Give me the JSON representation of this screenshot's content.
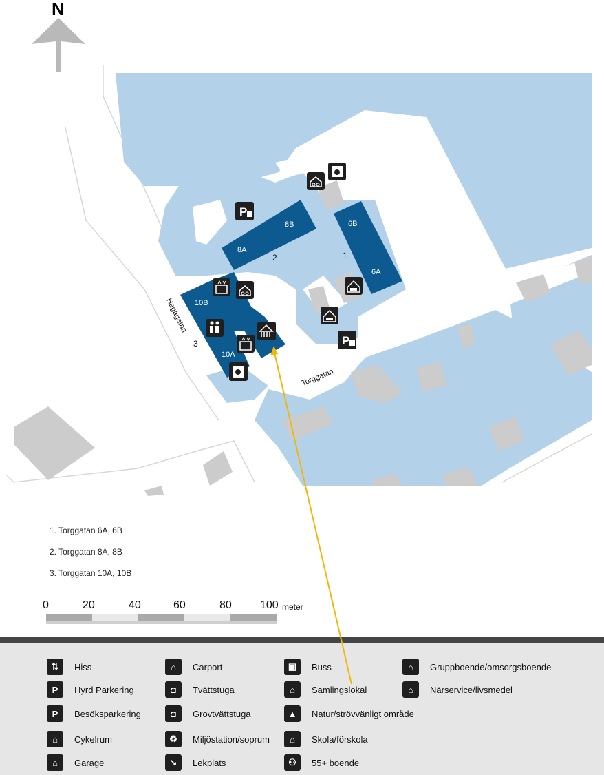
{
  "compass": {
    "label": "N"
  },
  "map": {
    "buildings": {
      "b8A": "8A",
      "b8B": "8B",
      "b6B": "6B",
      "b6A": "6A",
      "b10B": "10B",
      "b10A": "10A"
    },
    "numbers": {
      "n1": "1",
      "n2": "2",
      "n3": "3"
    },
    "streets": {
      "hagagatan": "Hagagatan",
      "torggatan": "Torggatan"
    },
    "colors": {
      "water": "#b3d1e9",
      "building": "#0c5a8f",
      "grey": "#cccccc",
      "arrow": "#f2b705"
    }
  },
  "numbered_list": [
    "1. Torggatan 6A, 6B",
    "2. Torggatan 8A, 8B",
    "3. Torggatan 10A, 10B"
  ],
  "scale": {
    "ticks": [
      "0",
      "20",
      "40",
      "60",
      "80",
      "100"
    ],
    "unit": "meter"
  },
  "legend": {
    "col1": [
      {
        "label": "Hiss",
        "icon": "elevator-icon"
      },
      {
        "label": "Hyrd Parkering",
        "icon": "rented-parking-icon"
      },
      {
        "label": "Besöksparkering",
        "icon": "visitor-parking-icon"
      },
      {
        "label": "Cykelrum",
        "icon": "bicycle-room-icon"
      },
      {
        "label": "Garage",
        "icon": "garage-icon"
      }
    ],
    "col2": [
      {
        "label": "Carport",
        "icon": "carport-icon"
      },
      {
        "label": "Tvättstuga",
        "icon": "laundry-icon"
      },
      {
        "label": "Grovtvättstuga",
        "icon": "heavy-laundry-icon"
      },
      {
        "label": "Miljöstation/soprum",
        "icon": "recycling-icon"
      },
      {
        "label": "Lekplats",
        "icon": "playground-icon"
      }
    ],
    "col3": [
      {
        "label": "Buss",
        "icon": "bus-icon"
      },
      {
        "label": "Samlingslokal",
        "icon": "meeting-room-icon"
      },
      {
        "label": "Natur/strövvänligt område",
        "icon": "nature-icon"
      },
      {
        "label": "Skola/förskola",
        "icon": "school-icon"
      },
      {
        "label": "55+ boende",
        "icon": "senior-housing-icon"
      }
    ],
    "col4": [
      {
        "label": "Gruppboende/omsorgsboende",
        "icon": "group-housing-icon"
      },
      {
        "label": "Närservice/livsmedel",
        "icon": "grocery-icon"
      }
    ]
  }
}
